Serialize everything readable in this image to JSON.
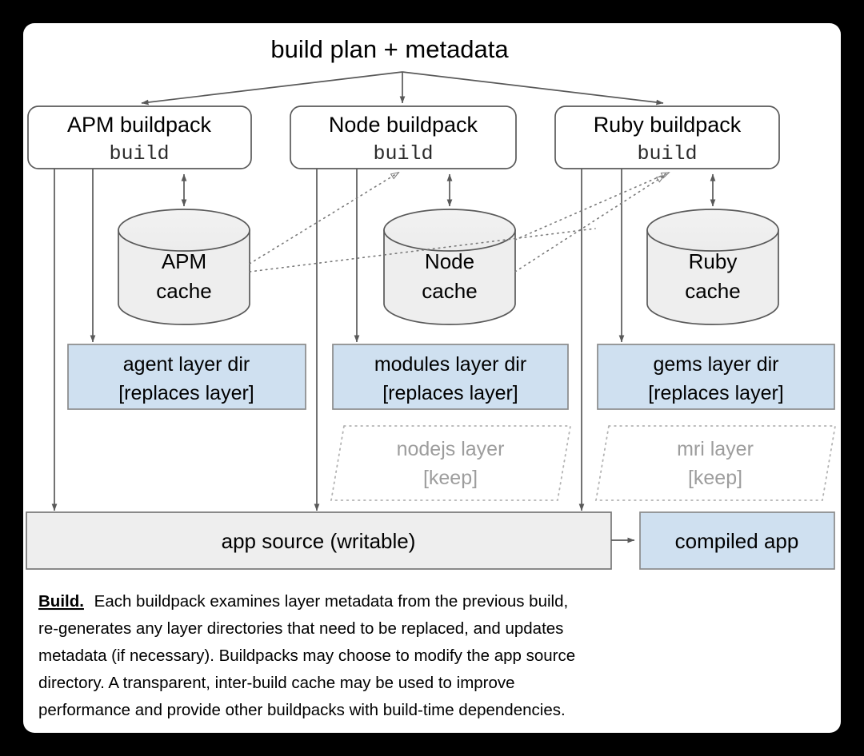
{
  "diagram": {
    "title": "build plan + metadata",
    "buildpacks": [
      {
        "name": "APM buildpack",
        "phase": "build"
      },
      {
        "name": "Node buildpack",
        "phase": "build"
      },
      {
        "name": "Ruby buildpack",
        "phase": "build"
      }
    ],
    "caches": [
      {
        "line1": "APM",
        "line2": "cache"
      },
      {
        "line1": "Node",
        "line2": "cache"
      },
      {
        "line1": "Ruby",
        "line2": "cache"
      }
    ],
    "layer_dirs": [
      {
        "line1": "agent layer dir",
        "line2": "[replaces layer]"
      },
      {
        "line1": "modules layer dir",
        "line2": "[replaces layer]"
      },
      {
        "line1": "gems layer dir",
        "line2": "[replaces layer]"
      }
    ],
    "kept_layers": [
      {
        "line1": "nodejs layer",
        "line2": "[keep]"
      },
      {
        "line1": "mri layer",
        "line2": "[keep]"
      }
    ],
    "app_source": "app source (writable)",
    "compiled_app": "compiled app",
    "caption": {
      "lead": "Build.",
      "line1": "Each buildpack examines layer metadata from the previous build,",
      "line2": "re-generates any layer directories that need to be replaced, and updates",
      "line3": "metadata (if necessary). Buildpacks may choose to modify the app source",
      "line4": "directory. A transparent, inter-build cache may be used to improve",
      "line5": "performance and provide other buildpacks with build-time dependencies."
    },
    "colors": {
      "background": "#000000",
      "panel": "#ffffff",
      "stroke": "#595959",
      "layer_fill": "#cfe0f0",
      "cache_fill": "#eeeeee",
      "app_source_fill": "#eeeeee",
      "ghost_text": "#9d9d9d"
    }
  }
}
